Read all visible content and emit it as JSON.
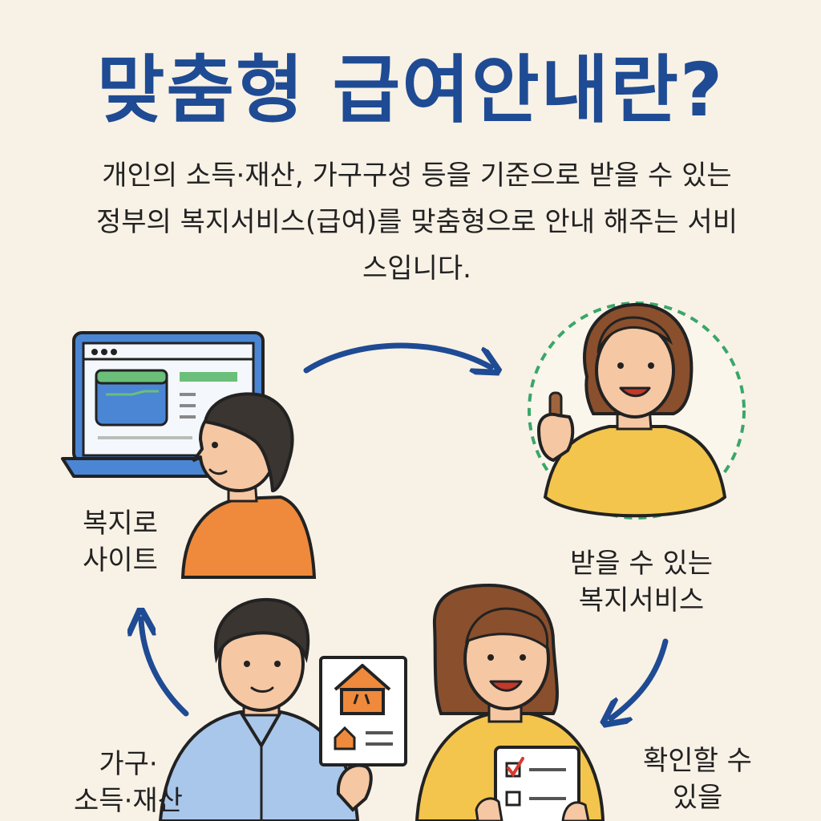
{
  "title": "맞춤형 급여안내란?",
  "description": "개인의 소득·재산, 가구구성 등을 기준으로 받을 수 있는 정부의 복지서비스(급여)를 맞춤형으로 안내 해주는 서비스입니다.",
  "labels": {
    "site_line1": "복지로",
    "site_line2": "사이트",
    "benefit_line1": "받을 수 있는",
    "benefit_line2": "복지서비스",
    "confirm_line1": "확인할 수",
    "confirm_line2": "있을",
    "household_line1": "가구·",
    "household_line2": "소득·재산"
  },
  "colors": {
    "title": "#1e4b93",
    "arrow": "#1e4b93",
    "background": "#f8f1e6",
    "laptop": "#4a86d4",
    "orange_shirt": "#ef8a3c",
    "yellow_shirt": "#f3c54d",
    "blue_shirt": "#a9c7ea",
    "dashed_circle": "#3aa66a"
  }
}
